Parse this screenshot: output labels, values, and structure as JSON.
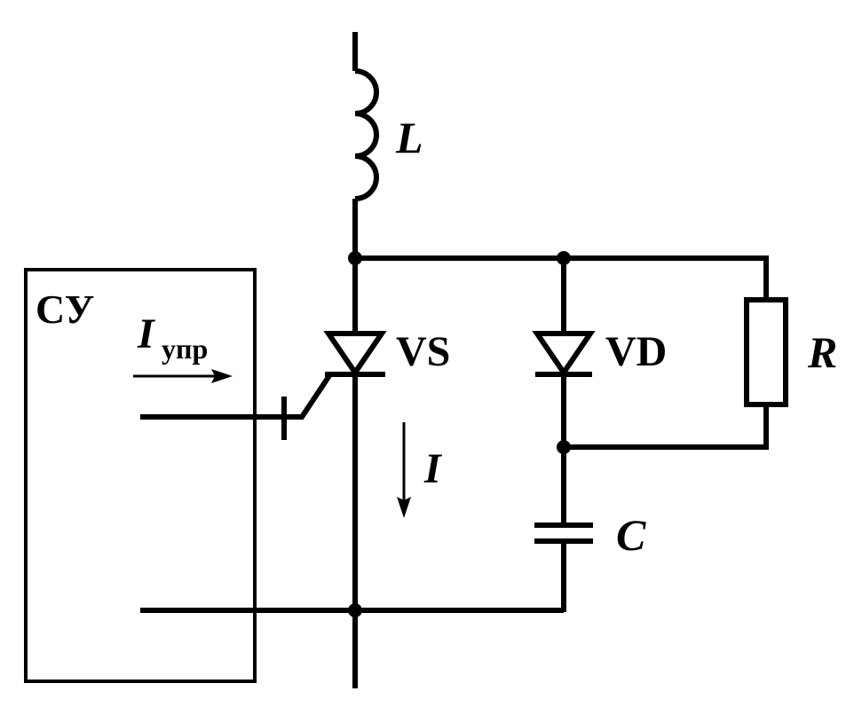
{
  "diagram": {
    "control_unit": {
      "label": "СУ"
    },
    "control_current": {
      "symbol": "I",
      "subscript": "упр"
    },
    "main_current": {
      "symbol": "I"
    },
    "components": {
      "inductor": "L",
      "thyristor": "VS",
      "diode": "VD",
      "capacitor": "C",
      "resistor": "R"
    }
  }
}
